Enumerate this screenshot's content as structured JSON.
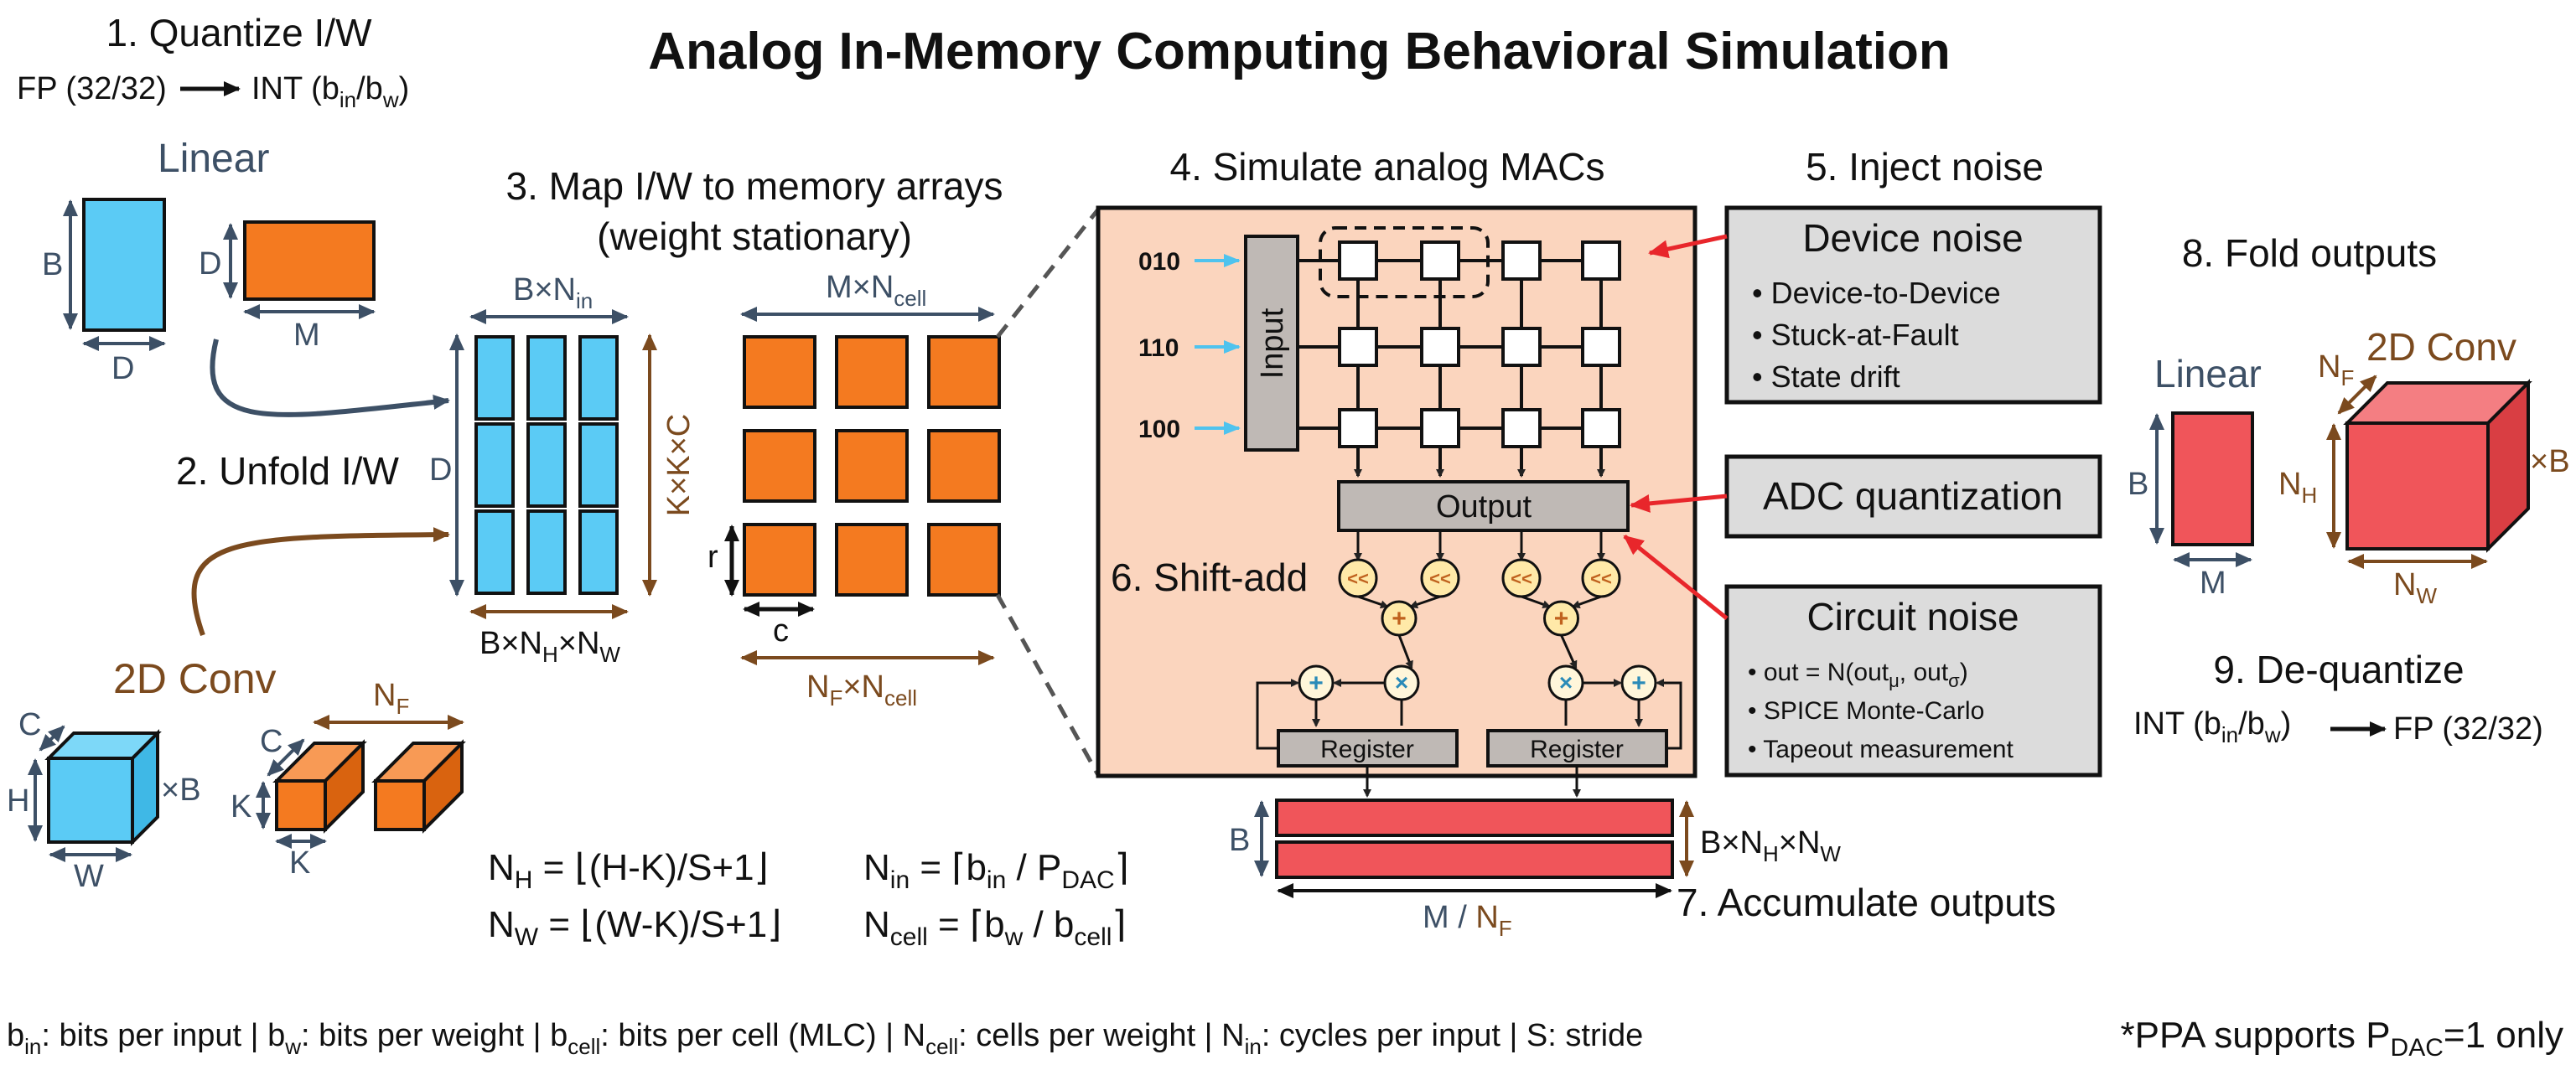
{
  "title": "Analog In-Memory Computing Behavioral Simulation",
  "colors": {
    "blue": "#5BCBF5",
    "orange": "#F47A20",
    "red": "#F0555A",
    "grey": "#BFB9B5",
    "light_grey": "#DCDCDC",
    "peach": "#FBD5BE",
    "brown": "#7B4A1E",
    "slate": "#3D5066",
    "arrow_red": "#E8262B"
  },
  "step1": {
    "title": "1. Quantize I/W",
    "fp": "FP (32/32)",
    "int_prefix": "INT (b",
    "int_sub1": "in",
    "int_mid": "/b",
    "int_sub2": "w",
    "int_suffix": ")"
  },
  "linear_label": "Linear",
  "linear_dims": {
    "b": "B",
    "d": "D",
    "d2": "D",
    "m": "M"
  },
  "step2": "2. Unfold I/W",
  "conv_label": "2D Conv",
  "conv_dims": {
    "c": "C",
    "h": "H",
    "w": "W",
    "xb": "×B",
    "c2": "C",
    "k": "K",
    "k2": "K",
    "nf_main": "N",
    "nf_sub": "F"
  },
  "step3": {
    "line1": "3. Map I/W to memory arrays",
    "line2": "(weight stationary)"
  },
  "map_dims": {
    "bnin_main": "B×N",
    "bnin_sub": "in",
    "d": "D",
    "kkc": "K×K×C",
    "bnhnw": {
      "p1": "B×N",
      "s1": "H",
      "p2": "×N",
      "s2": "W"
    },
    "mncell_main": "M×N",
    "mncell_sub": "cell",
    "r": "r",
    "c": "c",
    "nfncell": {
      "p1": "N",
      "s1": "F",
      "p2": "×N",
      "s2": "cell"
    }
  },
  "step4": "4. Simulate analog MACs",
  "inputs": [
    "010",
    "110",
    "100"
  ],
  "input_label": "Input",
  "output_label": "Output",
  "step6": "6. Shift-add",
  "shift_glyph": "<<",
  "plus_glyph": "+",
  "times_glyph": "×",
  "register_labels": [
    "Register",
    "Register"
  ],
  "step5": "5. Inject noise",
  "device_noise": {
    "title": "Device noise",
    "bullets": [
      "Device-to-Device",
      "Stuck-at-Fault",
      "State drift"
    ]
  },
  "adc": "ADC quantization",
  "circuit_noise": {
    "title": "Circuit noise",
    "bullet1": {
      "p1": "out = N(out",
      "s1": "μ",
      "p2": ", out",
      "s2": "σ",
      "p3": ")"
    },
    "bullets": [
      "SPICE Monte-Carlo",
      "Tapeout measurement"
    ]
  },
  "accum_dims": {
    "b": "B",
    "right": {
      "p1": "B×N",
      "s1": "H",
      "p2": "×N",
      "s2": "W"
    },
    "bottom_a": "M / ",
    "bottom_b": "N",
    "bottom_b_sub": "F"
  },
  "step7": "7. Accumulate outputs",
  "step8": "8. Fold outputs",
  "fold": {
    "linear": "Linear",
    "conv": "2D Conv",
    "b": "B",
    "m": "M",
    "nf_main": "N",
    "nf_sub": "F",
    "nh_main": "N",
    "nh_sub": "H",
    "nw_main": "N",
    "nw_sub": "W",
    "xb": "×B"
  },
  "step9": "9. De-quantize",
  "step9_int": {
    "p1": "INT (b",
    "s1": "in",
    "p2": "/b",
    "s2": "w",
    "p3": ")"
  },
  "step9_fp": "FP (32/32)",
  "formulas": {
    "nh": {
      "n": "N",
      "sub": "H",
      "rest": " = ⌊(H-K)/S+1⌋"
    },
    "nw": {
      "n": "N",
      "sub": "W",
      "rest": " = ⌊(W-K)/S+1⌋"
    },
    "nin": {
      "n": "N",
      "sub": "in",
      "rest1": " = ⌈b",
      "sub2": "in",
      "rest2": " / P",
      "sub3": "DAC",
      "rest3": "⌉"
    },
    "ncell": {
      "n": "N",
      "sub": "cell",
      "rest1": " = ⌈b",
      "sub2": "w",
      "rest2": " / b",
      "sub3": "cell",
      "rest3": "⌉"
    }
  },
  "footnote": {
    "parts": [
      {
        "t": "b"
      },
      {
        "s": "in"
      },
      {
        "t": ": bits per input | b"
      },
      {
        "s": "w"
      },
      {
        "t": ": bits per weight | b"
      },
      {
        "s": "cell"
      },
      {
        "t": ": bits per cell (MLC) | N"
      },
      {
        "s": "cell"
      },
      {
        "t": ": cells per weight | N"
      },
      {
        "s": "in"
      },
      {
        "t": ": cycles per input | S: stride"
      }
    ]
  },
  "ppa_note": {
    "p1": "*PPA supports P",
    "s1": "DAC",
    "p2": "=1 only"
  }
}
